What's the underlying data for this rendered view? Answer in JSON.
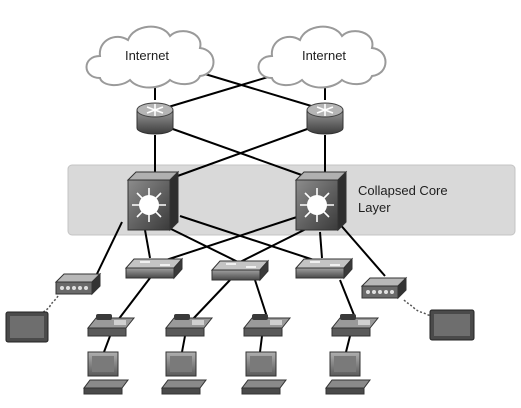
{
  "clouds": [
    {
      "label": "Internet"
    },
    {
      "label": "Internet"
    }
  ],
  "layer": {
    "line1": "Collapsed Core",
    "line2": "Layer"
  },
  "icons": {
    "cloud": "cloud-icon",
    "router": "router-icon",
    "multilayer_switch": "multilayer-switch-icon",
    "switch": "switch-icon",
    "wireless_ap": "wireless-access-point-icon",
    "ip_phone": "ip-phone-icon",
    "pc": "pc-icon",
    "display": "display-icon"
  },
  "colors": {
    "layer_band": "#d9d9d9",
    "cloud_fill": "#ffffff",
    "device_dark": "#3a3a3a",
    "device_mid": "#8a8a8a",
    "link": "#000000"
  }
}
